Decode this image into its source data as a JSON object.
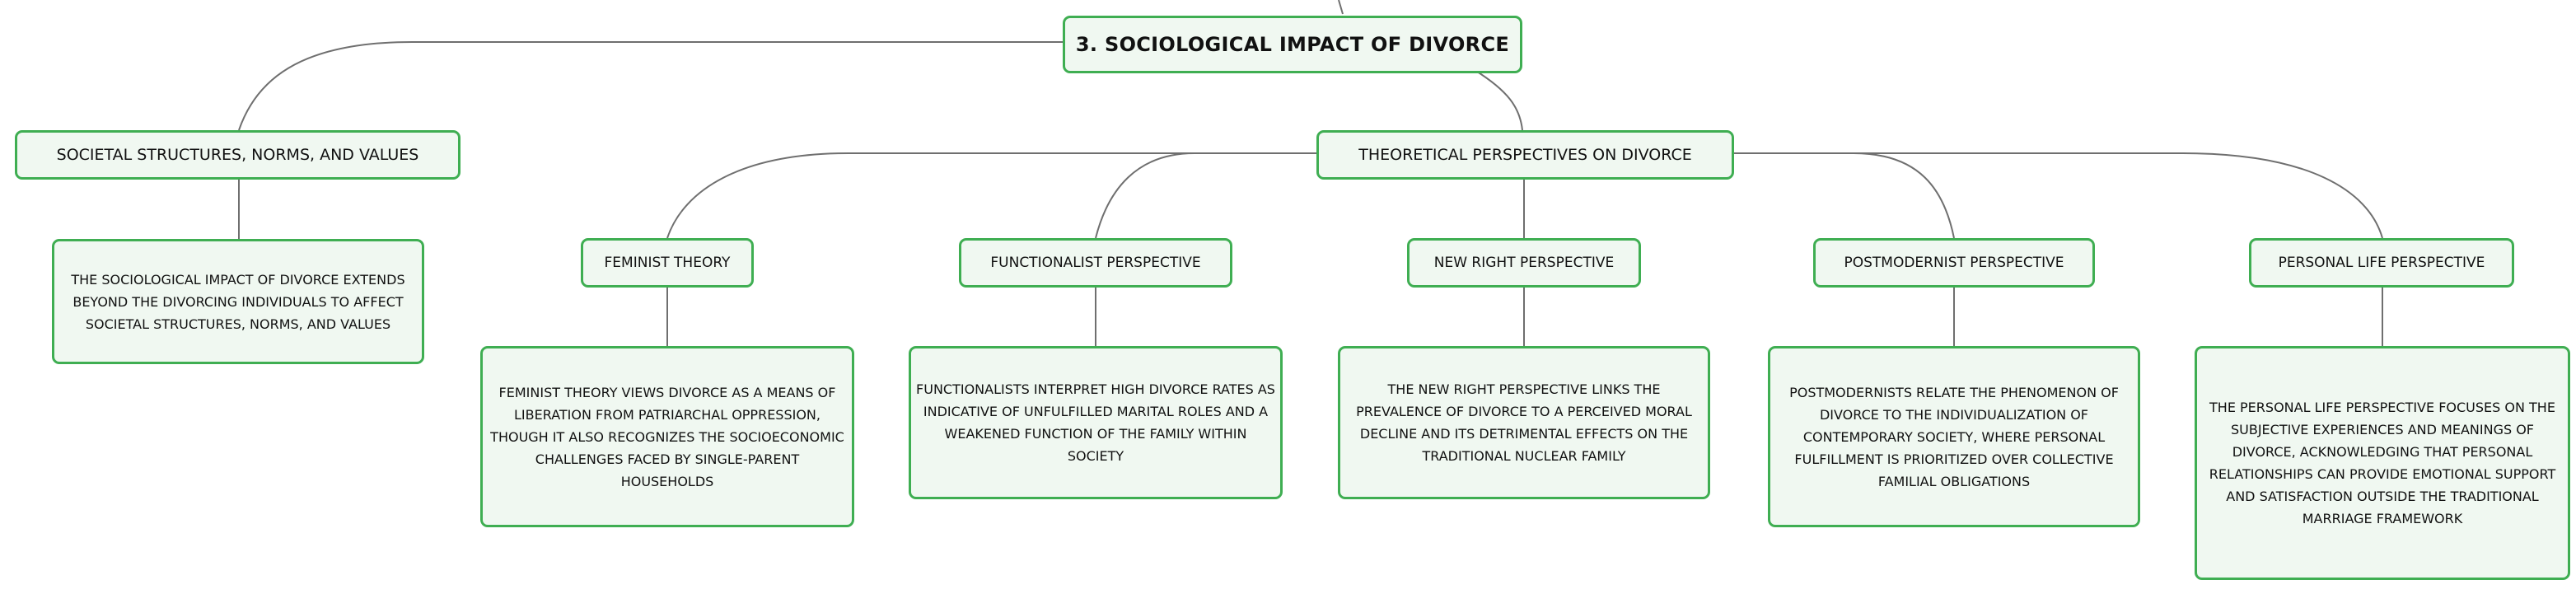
{
  "root": {
    "title": "3. SOCIOLOGICAL IMPACT OF DIVORCE"
  },
  "branches": {
    "societal": {
      "label": "SOCIETAL STRUCTURES, NORMS, AND VALUES",
      "detail": "THE SOCIOLOGICAL IMPACT OF DIVORCE EXTENDS BEYOND THE DIVORCING INDIVIDUALS TO AFFECT SOCIETAL STRUCTURES, NORMS, AND VALUES"
    },
    "theoretical": {
      "label": "THEORETICAL PERSPECTIVES ON DIVORCE",
      "perspectives": [
        {
          "label": "FEMINIST THEORY",
          "detail": "FEMINIST THEORY VIEWS DIVORCE AS A MEANS OF LIBERATION FROM PATRIARCHAL OPPRESSION, THOUGH IT ALSO RECOGNIZES THE SOCIOECONOMIC CHALLENGES FACED BY SINGLE-PARENT HOUSEHOLDS"
        },
        {
          "label": "FUNCTIONALIST PERSPECTIVE",
          "detail": "FUNCTIONALISTS INTERPRET HIGH DIVORCE RATES AS INDICATIVE OF UNFULFILLED MARITAL ROLES AND A WEAKENED FUNCTION OF THE FAMILY WITHIN SOCIETY"
        },
        {
          "label": "NEW RIGHT PERSPECTIVE",
          "detail": "THE NEW RIGHT PERSPECTIVE LINKS THE PREVALENCE OF DIVORCE TO A PERCEIVED MORAL DECLINE AND ITS DETRIMENTAL EFFECTS ON THE TRADITIONAL NUCLEAR FAMILY"
        },
        {
          "label": "POSTMODERNIST PERSPECTIVE",
          "detail": "POSTMODERNISTS RELATE THE PHENOMENON OF DIVORCE TO THE INDIVIDUALIZATION OF CONTEMPORARY SOCIETY, WHERE PERSONAL FULFILLMENT IS PRIORITIZED OVER COLLECTIVE FAMILIAL OBLIGATIONS"
        },
        {
          "label": "PERSONAL LIFE PERSPECTIVE",
          "detail": "THE PERSONAL LIFE PERSPECTIVE FOCUSES ON THE SUBJECTIVE EXPERIENCES AND MEANINGS OF DIVORCE, ACKNOWLEDGING THAT PERSONAL RELATIONSHIPS CAN PROVIDE EMOTIONAL SUPPORT AND SATISFACTION OUTSIDE THE TRADITIONAL MARRIAGE FRAMEWORK"
        }
      ]
    }
  },
  "colors": {
    "node_border": "#3fae52",
    "node_fill": "#f0f8f1",
    "connector": "#6f6f6f",
    "text": "#111111"
  }
}
